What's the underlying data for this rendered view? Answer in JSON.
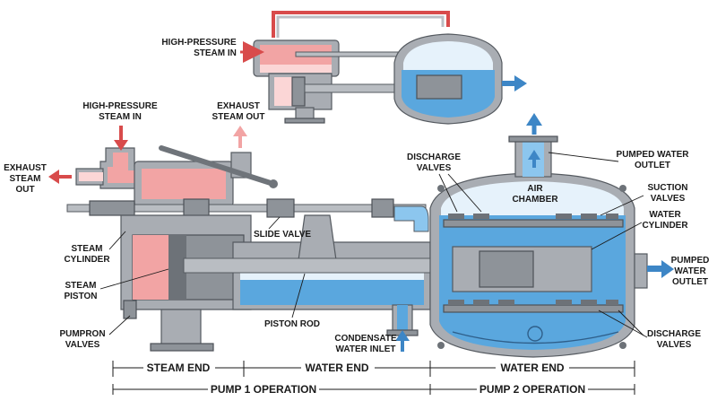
{
  "labels": {
    "high_pressure_steam_in_top_l1": "HIGH-PRESSURE",
    "high_pressure_steam_in_top_l2": "STEAM IN",
    "high_pressure_steam_in_l1": "HIGH-PRESSURE",
    "high_pressure_steam_in_l2": "STEAM IN",
    "exhaust_steam_out_top_l1": "EXHAUST",
    "exhaust_steam_out_top_l2": "STEAM OUT",
    "exhaust_steam_out_left_l1": "EXHAUST",
    "exhaust_steam_out_left_l2": "STEAM",
    "exhaust_steam_out_left_l3": "OUT",
    "steam_cylinder_l1": "STEAM",
    "steam_cylinder_l2": "CYLINDER",
    "steam_piston_l1": "STEAM",
    "steam_piston_l2": "PISTON",
    "pumpron_valves_l1": "PUMPRON",
    "pumpron_valves_l2": "VALVES",
    "slide_valve": "SLIDE VALVE",
    "piston_rod": "PISTON ROD",
    "condensate_l1": "CONDENSATE",
    "condensate_l2": "WATER INLET",
    "discharge_valves_top_l1": "DISCHARGE",
    "discharge_valves_top_l2": "VALVES",
    "air_chamber_l1": "AIR",
    "air_chamber_l2": "CHAMBER",
    "pumped_water_outlet_top_l1": "PUMPED WATER",
    "pumped_water_outlet_top_l2": "OUTLET",
    "suction_valves_l1": "SUCTION",
    "suction_valves_l2": "VALVES",
    "water_cylinder_l1": "WATER",
    "water_cylinder_l2": "CYLINDER",
    "pumped_water_outlet_right_l1": "PUMPED",
    "pumped_water_outlet_right_l2": "WATER",
    "pumped_water_outlet_right_l3": "OUTLET",
    "discharge_valves_bottom_l1": "DISCHARGE",
    "discharge_valves_bottom_l2": "VALVES"
  },
  "sections": {
    "steam_end": "STEAM END",
    "water_end_1": "WATER END",
    "water_end_2": "WATER END",
    "pump1": "PUMP 1 OPERATION",
    "pump2": "PUMP 2 OPERATION"
  },
  "colors": {
    "steam": "#f2a4a4",
    "water": "#5aa7de",
    "arrow_red": "#d84b4b",
    "arrow_blue": "#3d86c6",
    "metal": "#a9adb3"
  }
}
